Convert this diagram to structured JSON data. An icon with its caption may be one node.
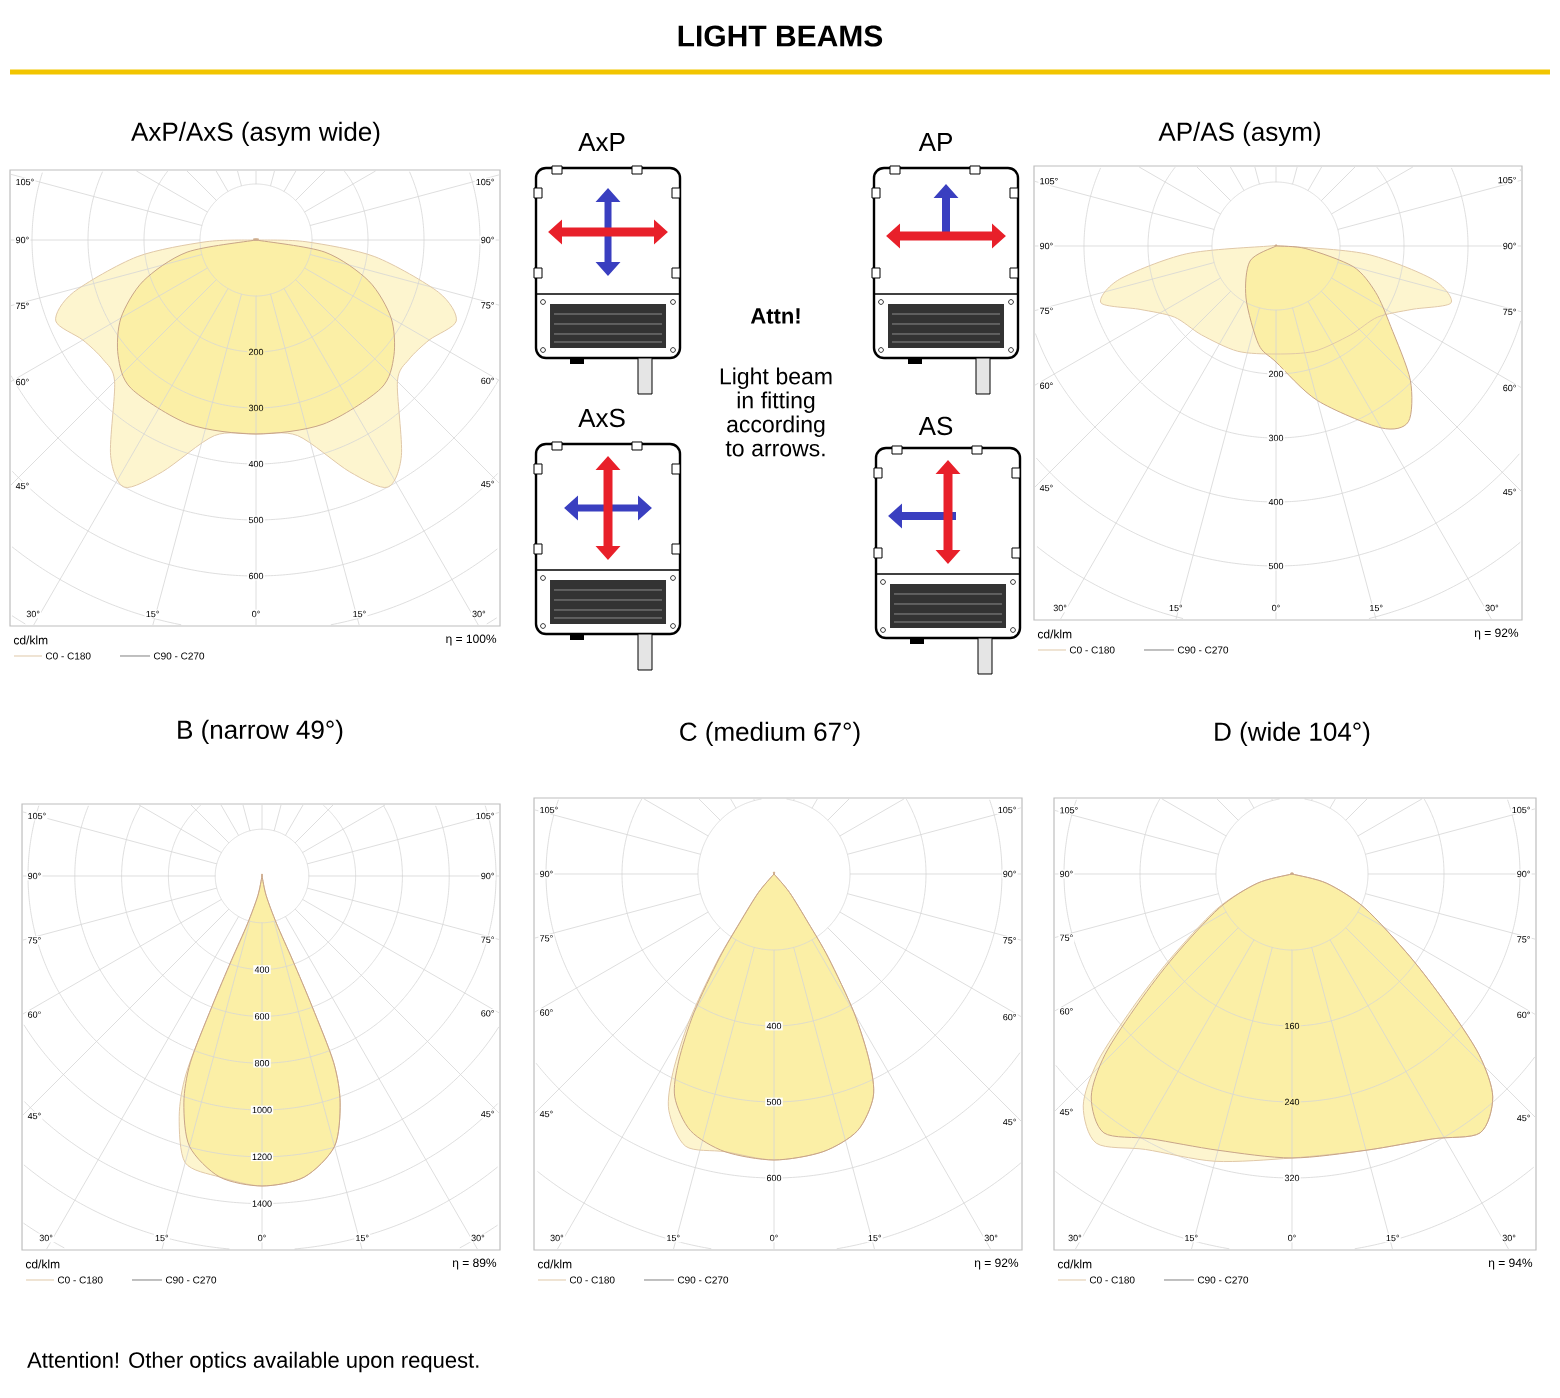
{
  "diagram": {
    "title": "LIGHT BEAMS",
    "caption": "Attention! Other optics available upon request.",
    "nodes": [
      {
        "text": [
          "AxP/AxS (asym wide)",
          "105°",
          "105°",
          "90°",
          "90°",
          "75°",
          "75°",
          "60°",
          "60°",
          "45°",
          "45°",
          "200",
          "300",
          "400",
          "500",
          "600",
          "30°",
          "15°",
          "0°",
          "15°",
          "30°",
          "cd/klm",
          "η = 100%",
          "C0 - C180",
          "C90 - C270"
        ]
      },
      {
        "text": [
          "AxP"
        ]
      },
      {
        "text": [
          "AxS"
        ]
      },
      {
        "text": [
          "AP"
        ]
      },
      {
        "text": [
          "AS"
        ]
      },
      {
        "text": [
          "AP/AS (asym)",
          "105°",
          "105°",
          "90°",
          "90°",
          "75°",
          "75°",
          "60°",
          "60°",
          "45°",
          "45°",
          "200",
          "300",
          "400",
          "500",
          "30°",
          "15°",
          "0°",
          "15°",
          "30°",
          "cd/klm",
          "η = 92%",
          "C0 - C180",
          "C90 - C270"
        ]
      },
      {
        "text": [
          "B (narrow 49°)",
          "105°",
          "105°",
          "90°",
          "90°",
          "75°",
          "75°",
          "60°",
          "60°",
          "45°",
          "45°",
          "400",
          "600",
          "800",
          "1000",
          "1200",
          "1400",
          "30°",
          "15°",
          "0°",
          "15°",
          "30°",
          "cd/klm",
          "η = 89%",
          "C0 - C180",
          "C90 - C270"
        ]
      },
      {
        "text": [
          "C (medium 67°)",
          "105°",
          "105°",
          "90°",
          "90°",
          "75°",
          "75°",
          "60°",
          "60°",
          "45°",
          "45°",
          "400",
          "500",
          "600",
          "30°",
          "15°",
          "0°",
          "15°",
          "30°",
          "cd/klm",
          "η = 92%",
          "C0 - C180",
          "C90 - C270"
        ]
      },
      {
        "text": [
          "D (wide 104°)",
          "105°",
          "105°",
          "90°",
          "90°",
          "75°",
          "75°",
          "60°",
          "60°",
          "45°",
          "45°",
          "160",
          "240",
          "320",
          "30°",
          "15°",
          "0°",
          "15°",
          "30°",
          "cd/klm",
          "η = 94%",
          "C0 - C180",
          "C90 - C270"
        ]
      }
    ],
    "labels": [
      "Attn!",
      "Light beam in fitting according to arrows."
    ]
  }
}
